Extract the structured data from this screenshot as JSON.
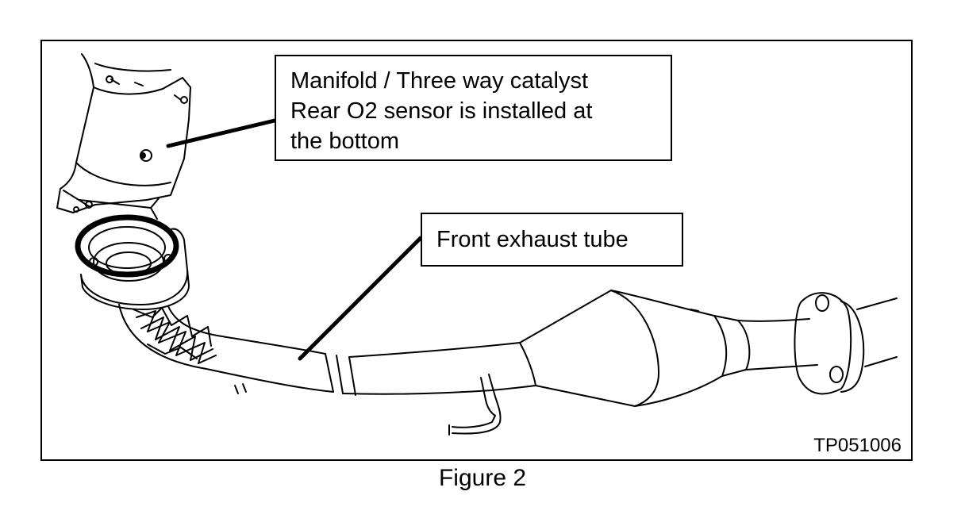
{
  "callouts": {
    "manifold": {
      "lines": [
        "Manifold / Three way catalyst",
        "Rear O2 sensor is installed at",
        "the bottom"
      ]
    },
    "front_tube": {
      "text": "Front exhaust tube"
    }
  },
  "figure_code": "TP051006",
  "caption": "Figure 2",
  "colors": {
    "ink": "#000000",
    "paper": "#ffffff"
  }
}
